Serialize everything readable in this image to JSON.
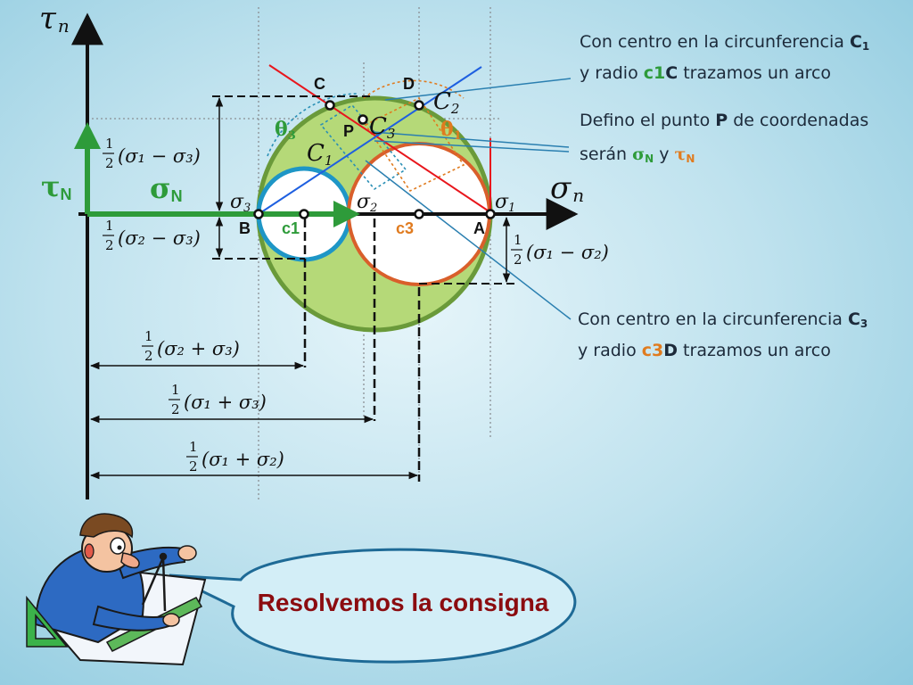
{
  "axes": {
    "tau_label": "τ",
    "tau_sub": "n",
    "sigma_label": "σ",
    "sigma_sub": "n"
  },
  "vectors": {
    "tauN": {
      "sym": "τ",
      "sub": "N",
      "color": "#2e9b3a"
    },
    "sigmaN": {
      "sym": "σ",
      "sub": "N",
      "color": "#2e9b3a"
    }
  },
  "points": {
    "B": "B",
    "A": "A",
    "C": "C",
    "D": "D",
    "P": "P",
    "c1": "c1",
    "c3": "c3"
  },
  "circle_labels": {
    "C1": "C",
    "C1_sub": "1",
    "C2": "C",
    "C2_sub": "2",
    "C3": "C",
    "C3_sub": "3"
  },
  "angles": {
    "theta3": "θ",
    "theta3_sub": "3",
    "theta1": "θ",
    "theta1_sub": "1"
  },
  "stress_labels": {
    "s1": "σ",
    "s1_sub": "1",
    "s2": "σ",
    "s2_sub": "2",
    "s3": "σ",
    "s3_sub": "3"
  },
  "dimensions": {
    "half": "1",
    "half_den": "2",
    "d_s1_minus_s3": "(σ₁ − σ₃)",
    "d_s2_minus_s3": "(σ₂ − σ₃)",
    "d_s1_minus_s2": "(σ₁ − σ₂)",
    "d_s2_plus_s3": "(σ₂ + σ₃)",
    "d_s1_plus_s3": "(σ₁ + σ₃)",
    "d_s1_plus_s2": "(σ₁ + σ₂)"
  },
  "notes": {
    "n1": {
      "l1_a": "Con centro en la circunferencia ",
      "l1_b": "C",
      "l1_c": "1",
      "l2_a": "y radio ",
      "l2_b": "c1",
      "l2_c": "C",
      "l2_d": " trazamos un arco"
    },
    "n2": {
      "l1_a": "Defino el punto ",
      "l1_b": "P",
      "l1_c": " de coordenadas",
      "l2_a": "serán ",
      "l2_s": "σ",
      "l2_sub1": "N",
      "l2_y": " y ",
      "l2_t": "τ",
      "l2_sub2": "N"
    },
    "n3": {
      "l1_a": "Con centro en la circunferencia ",
      "l1_b": "C",
      "l1_c": "3",
      "l2_a": "y radio ",
      "l2_b": "c3",
      "l2_c": "D",
      "l2_d": " trazamos un arco"
    }
  },
  "callout": "Resolvemos la consigna",
  "colors": {
    "axis": "#0a0a0a",
    "green_fill": "#b5d978",
    "green_stroke": "#6a9a3a",
    "blue_circle": "#1e96c6",
    "orange_circle": "#d95f2b",
    "red_line": "#e8161c",
    "blue_line": "#1e5fe0",
    "vector": "#2e9b3a",
    "callout_text": "#8b0c10"
  },
  "icons": [
    "engineer-with-compass-illustration",
    "set-square-icon",
    "compass-icon"
  ]
}
